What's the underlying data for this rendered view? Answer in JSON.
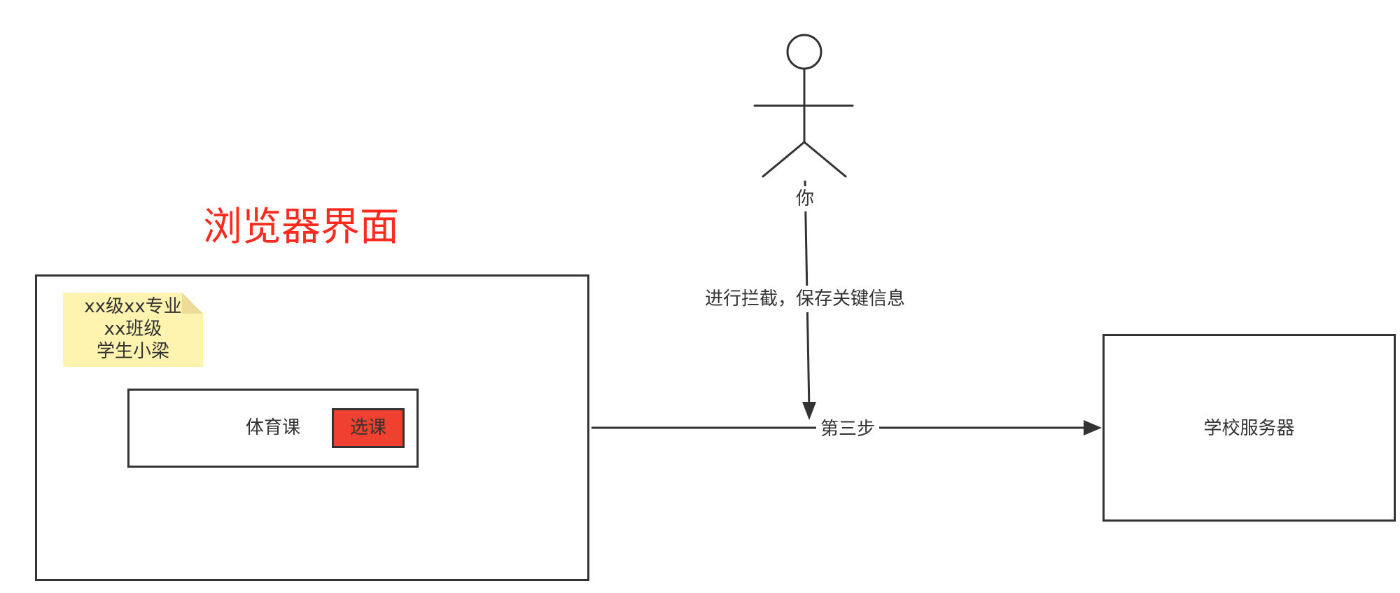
{
  "diagram": {
    "title": "浏览器界面",
    "note": {
      "lines": [
        "xx级xx专业",
        "xx班级",
        "学生小梁"
      ]
    },
    "course": {
      "name": "体育课",
      "select_label": "选课"
    },
    "actor": {
      "name": "你",
      "icon": "stick-figure-icon"
    },
    "intercept_label": "进行拦截，保存关键信息",
    "step_label": "第三步",
    "server_label": "学校服务器"
  },
  "colors": {
    "title": "#ff2a1f",
    "note_fill": "#fff3b0",
    "note_fold": "#eddc99",
    "select_button": "#f0402f",
    "stroke": "#333333"
  }
}
